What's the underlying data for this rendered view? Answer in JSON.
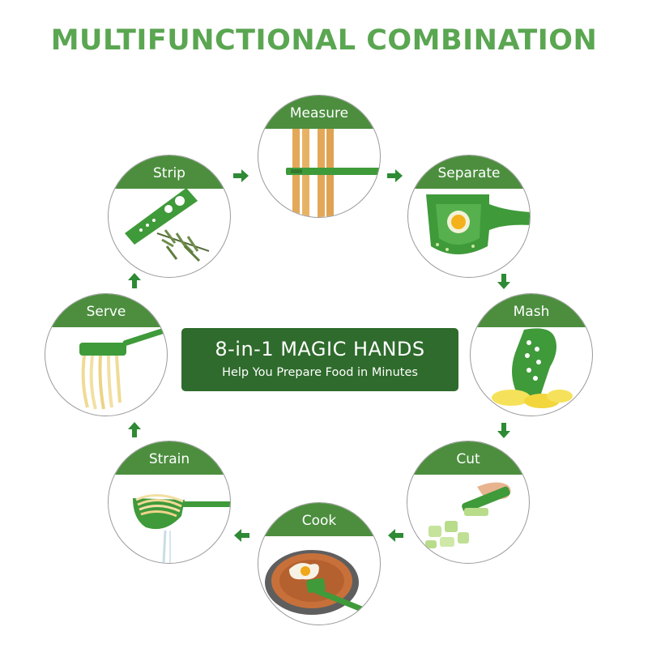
{
  "headline": "MULTIFUNCTIONAL COMBINATION",
  "center": {
    "title": "8-in-1 MAGIC HANDS",
    "subtitle": "Help You Prepare Food in Minutes"
  },
  "functions": [
    {
      "label": "Measure"
    },
    {
      "label": "Separate"
    },
    {
      "label": "Mash"
    },
    {
      "label": "Cut"
    },
    {
      "label": "Cook"
    },
    {
      "label": "Strain"
    },
    {
      "label": "Serve"
    },
    {
      "label": "Strip"
    }
  ],
  "colors": {
    "headline": "#5aa651",
    "center_box": "#2f6b2c",
    "circle_band": "#4c8e3e",
    "utensil": "#3f9a3a",
    "arrow": "#2e8a34"
  }
}
